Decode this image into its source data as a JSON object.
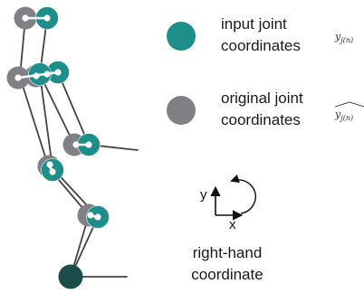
{
  "legend": {
    "input": {
      "line1": "input joint",
      "line2": "coordinates",
      "symbol_base": "y",
      "symbol_sub": "j(n)"
    },
    "original": {
      "line1": "original joint",
      "line2": "coordinates",
      "symbol_base": "y",
      "symbol_sub": "j(n)"
    }
  },
  "coordinate": {
    "axis_y": "y",
    "axis_x": "x",
    "caption_line1": "right-hand",
    "caption_line2": "coordinate"
  },
  "colors": {
    "input_joint": "#1e8e8a",
    "input_joint_dark": "#1b4d4a",
    "original_joint": "#808085",
    "bone": "#444444",
    "connector": "#ffffff"
  }
}
